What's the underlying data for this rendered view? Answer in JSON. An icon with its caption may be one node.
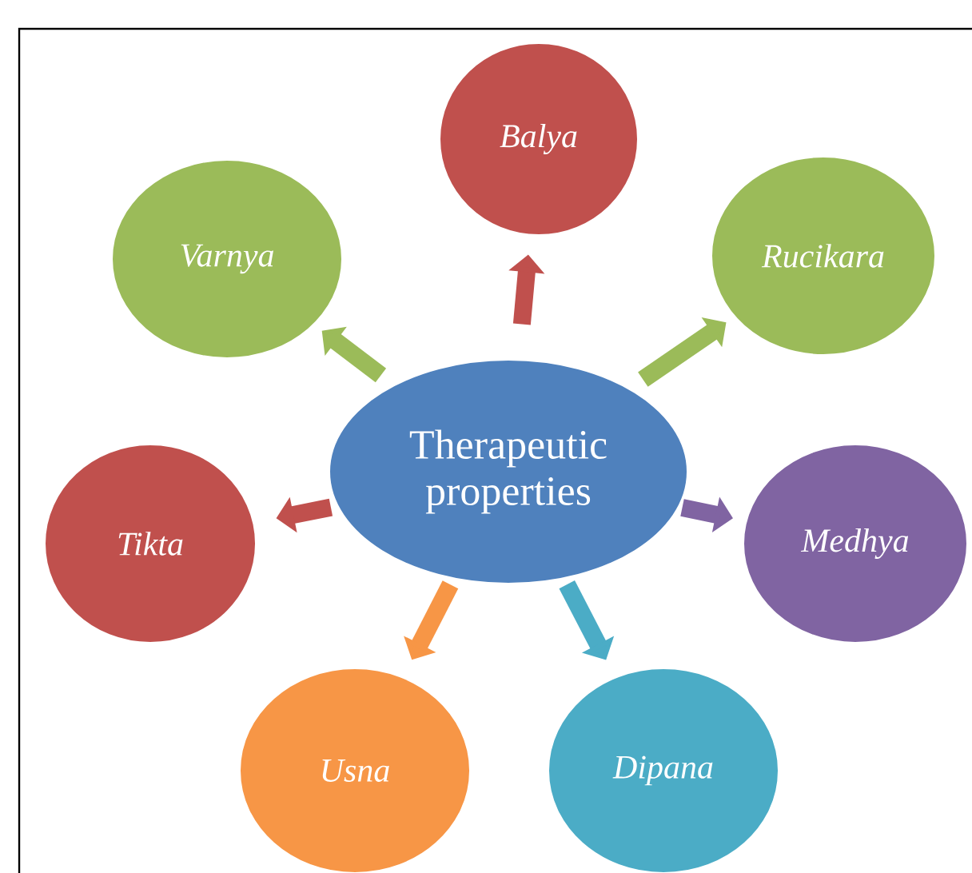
{
  "diagram": {
    "nodes": [
      {
        "text": [
          "Therapeutic properties"
        ]
      },
      {
        "text": [
          "Balya"
        ]
      },
      {
        "text": [
          "Rucikara"
        ]
      },
      {
        "text": [
          "Medhya"
        ]
      },
      {
        "text": [
          "Dipana"
        ]
      },
      {
        "text": [
          "Usna"
        ]
      },
      {
        "text": [
          "Tikta"
        ]
      },
      {
        "text": [
          "Varnya"
        ]
      }
    ],
    "edges": [
      {
        "from": 0,
        "to": 1,
        "arrow": "to",
        "color": "#c0504d"
      },
      {
        "from": 0,
        "to": 2,
        "arrow": "to",
        "color": "#9bbb59"
      },
      {
        "from": 0,
        "to": 3,
        "arrow": "to",
        "color": "#8064a2"
      },
      {
        "from": 0,
        "to": 4,
        "arrow": "to",
        "color": "#4bacc6"
      },
      {
        "from": 0,
        "to": 5,
        "arrow": "to",
        "color": "#f79646"
      },
      {
        "from": 0,
        "to": 6,
        "arrow": "to",
        "color": "#c0504d"
      },
      {
        "from": 0,
        "to": 7,
        "arrow": "to",
        "color": "#9bbb59"
      }
    ]
  }
}
